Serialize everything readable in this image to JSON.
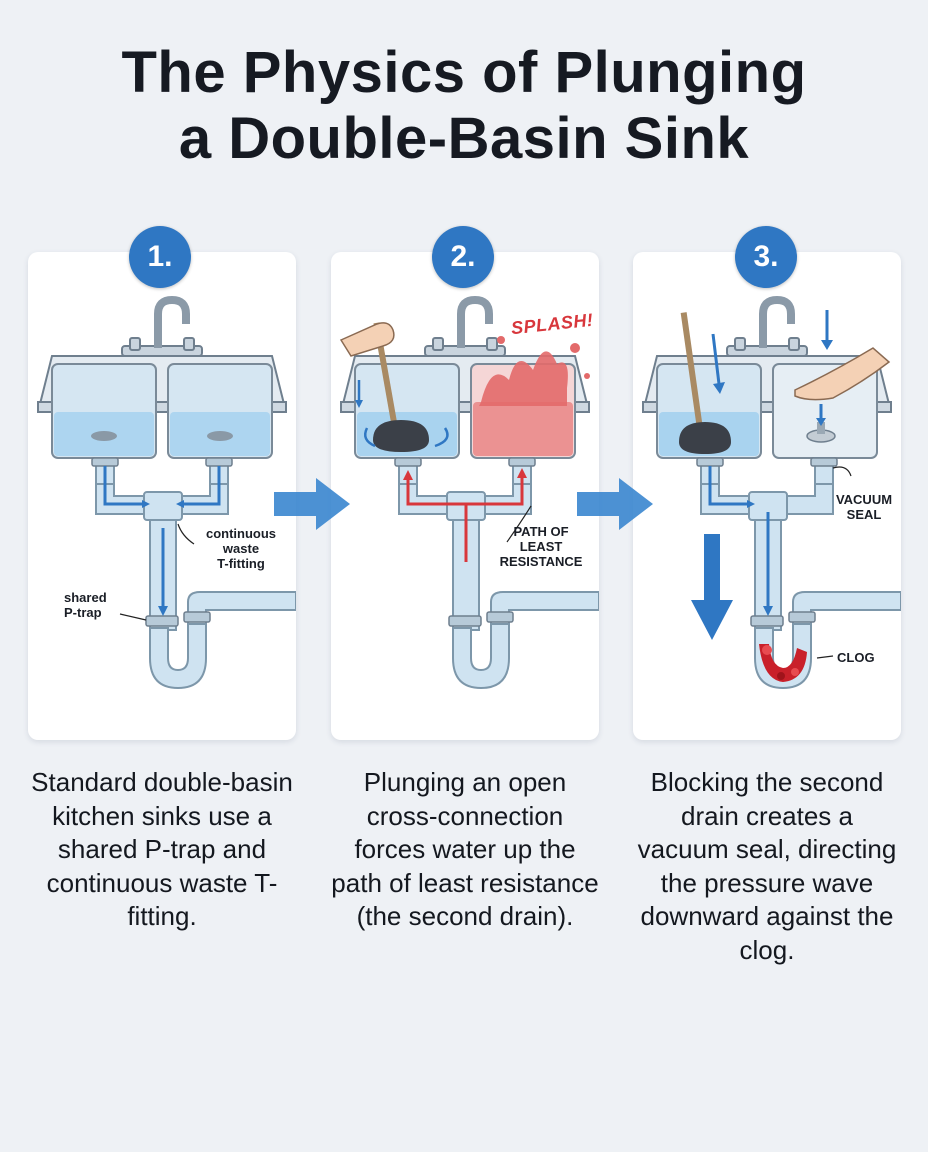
{
  "title": {
    "line1": "The Physics of Plunging",
    "line2": "a Double-Basin Sink"
  },
  "steps": [
    {
      "number": "1.",
      "caption": "Standard double-basin kitchen sinks use a shared P-trap and continuous waste T-fitting.",
      "labels": {
        "tfitting_line1": "continuous",
        "tfitting_line2": "waste",
        "tfitting_line3": "T-fitting",
        "ptrap_line1": "shared",
        "ptrap_line2": "P-trap"
      }
    },
    {
      "number": "2.",
      "caption": "Plunging an open cross-connection forces water up the path of least resistance (the second drain).",
      "labels": {
        "splash": "SPLASH!",
        "path_line1": "PATH OF",
        "path_line2": "LEAST",
        "path_line3": "RESISTANCE"
      }
    },
    {
      "number": "3.",
      "caption": "Blocking the second drain creates a vacuum seal, directing the pressure wave downward against the clog.",
      "labels": {
        "vacuum_line1": "VACUUM",
        "vacuum_line2": "SEAL",
        "clog": "CLOG"
      }
    }
  ],
  "colors": {
    "accent": "#2f77c3",
    "water": "#bfe0f5",
    "pipe": "#a9c8dc",
    "pressure_red": "#d8373c",
    "background": "#eef1f5"
  },
  "icons": [
    "faucet-icon",
    "plunger-icon",
    "hand-icon",
    "flow-arrow-icon"
  ]
}
